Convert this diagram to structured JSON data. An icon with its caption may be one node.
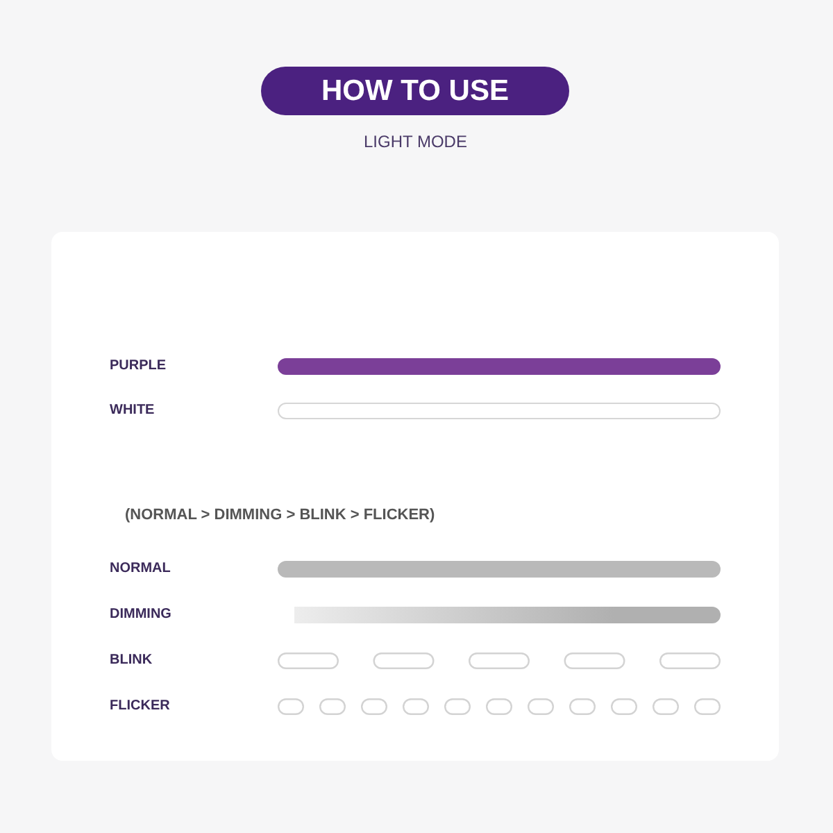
{
  "diagram": {
    "title": "HOW TO USE",
    "labels": [
      "LIGHT MODE",
      "(NORMAL > DIMMING > BLINK > FLICKER)"
    ],
    "legend": [
      {
        "text": "PURPLE",
        "color": "#7b3f98"
      },
      {
        "text": "WHITE",
        "color": "#ffffff"
      },
      {
        "text": "NORMAL",
        "color": "#b9b9b9"
      },
      {
        "text": "DIMMING"
      },
      {
        "text": "BLINK"
      },
      {
        "text": "FLICKER"
      }
    ]
  }
}
